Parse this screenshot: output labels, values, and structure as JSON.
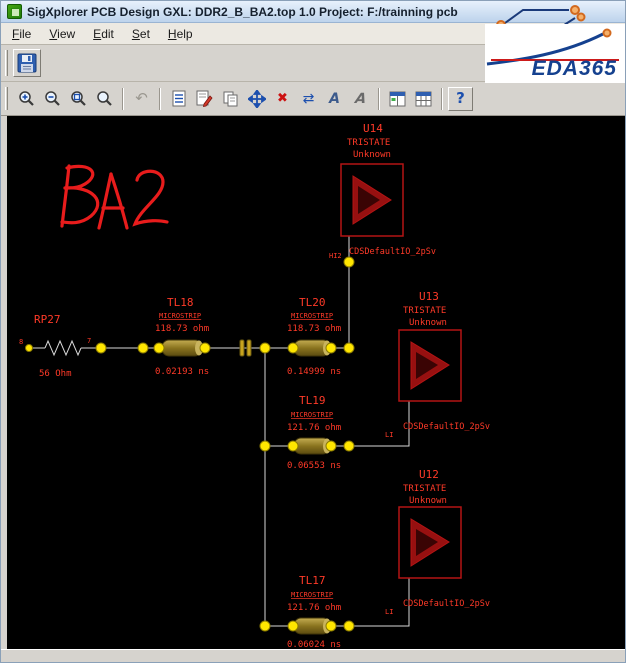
{
  "window": {
    "title": "SigXplorer PCB Design GXL: DDR2_B_BA2.top 1.0  Project: F:/trainning pcb"
  },
  "menu": {
    "items": [
      {
        "label": "File"
      },
      {
        "label": "View"
      },
      {
        "label": "Edit"
      },
      {
        "label": "Set"
      },
      {
        "label": "Help"
      }
    ]
  },
  "logo": {
    "brand": "EDA365"
  },
  "icons": {
    "undo": "↶",
    "delete": "✖",
    "swap": "⇄",
    "rotate_a": "A",
    "shear_a": "A",
    "help": "?"
  },
  "colors": {
    "schematic_red": "#ff3a28",
    "component_red": "#b41414",
    "node_yellow": "#ffe600",
    "brand_blue": "#15418f",
    "brand_accent_red": "#cc1a1a"
  },
  "schematic": {
    "annotation": "BA2",
    "resistor": {
      "ref": "RP27",
      "value": "56 Ohm",
      "pin_a": "8",
      "pin_b": "7"
    },
    "tlines": {
      "tl18": {
        "ref": "TL18",
        "kind": "MICROSTRIP",
        "impedance": "118.73 ohm",
        "delay": "0.02193 ns"
      },
      "tl20": {
        "ref": "TL20",
        "kind": "MICROSTRIP",
        "impedance": "118.73 ohm",
        "delay": "0.14999 ns"
      },
      "tl19": {
        "ref": "TL19",
        "kind": "MICROSTRIP",
        "impedance": "121.76 ohm",
        "delay": "0.06553 ns"
      },
      "tl17": {
        "ref": "TL17",
        "kind": "MICROSTRIP",
        "impedance": "121.76 ohm",
        "delay": "0.06024 ns"
      }
    },
    "buffers": {
      "u14": {
        "ref": "U14",
        "kind": "TRISTATE",
        "state": "Unknown",
        "model": "CDSDefaultIO_2pSv",
        "pin": "HI2"
      },
      "u13": {
        "ref": "U13",
        "kind": "TRISTATE",
        "state": "Unknown",
        "model": "CDSDefaultIO_2pSv",
        "pin": "LI"
      },
      "u12": {
        "ref": "U12",
        "kind": "TRISTATE",
        "state": "Unknown",
        "model": "CDSDefaultIO_2pSv",
        "pin": "LI"
      }
    }
  }
}
